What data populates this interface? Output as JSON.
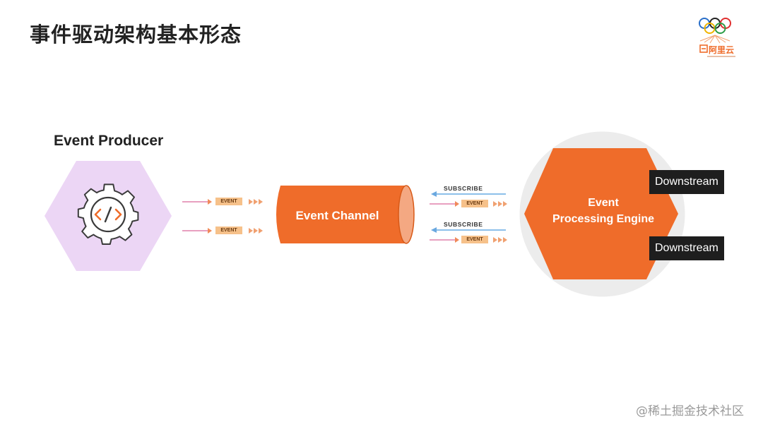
{
  "title": "事件驱动架构基本形态",
  "logo": {
    "brand_text": "阿里云",
    "icon": "olympic-rings-icon"
  },
  "producer": {
    "label": "Event Producer",
    "icon": "code-gear-icon",
    "color": "#ecd6f5"
  },
  "producer_events": [
    {
      "badge": "EVENT"
    },
    {
      "badge": "EVENT"
    }
  ],
  "channel": {
    "label": "Event Channel",
    "color": "#ef6c2a"
  },
  "subscriptions": [
    {
      "subscribe_label": "SUBSCRIBE",
      "badge": "EVENT"
    },
    {
      "subscribe_label": "SUBSCRIBE",
      "badge": "EVENT"
    }
  ],
  "engine": {
    "line1": "Event",
    "line2": "Processing Engine",
    "color": "#ef6c2a"
  },
  "downstream": [
    {
      "label": "Downstream"
    },
    {
      "label": "Downstream"
    }
  ],
  "watermark": "@稀土掘金技术社区"
}
